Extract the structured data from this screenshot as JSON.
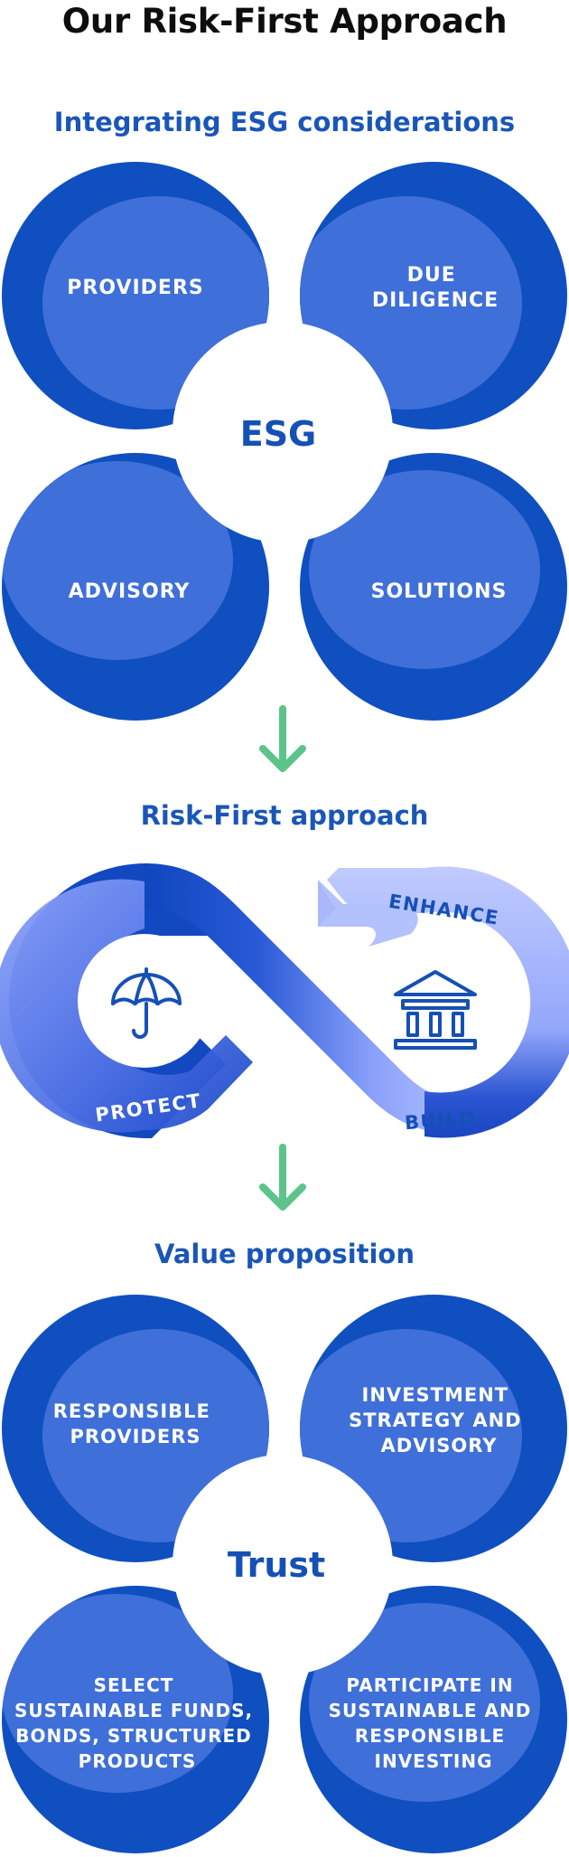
{
  "page": {
    "title": "Our Risk-First Approach"
  },
  "section1": {
    "heading": "Integrating ESG considerations",
    "center": "ESG",
    "quadrants": {
      "top_left": [
        "PROVIDERS"
      ],
      "top_right": [
        "DUE",
        "DILIGENCE"
      ],
      "bottom_left": [
        "ADVISORY"
      ],
      "bottom_right": [
        "SOLUTIONS"
      ]
    }
  },
  "section2": {
    "heading": "Risk-First approach",
    "labels": {
      "protect": "PROTECT",
      "enhance": "ENHANCE",
      "build": "BUILD"
    },
    "icons": [
      "umbrella-icon",
      "bank-building-icon",
      "down-arrow-icon"
    ]
  },
  "section3": {
    "heading": "Value proposition",
    "center": "Trust",
    "quadrants": {
      "top_left": [
        "RESPONSIBLE",
        "PROVIDERS"
      ],
      "top_right": [
        "INVESTMENT",
        "STRATEGY AND",
        "ADVISORY"
      ],
      "bottom_left": [
        "SELECT",
        "SUSTAINABLE FUNDS,",
        "BONDS, STRUCTURED",
        "PRODUCTS"
      ],
      "bottom_right": [
        "PARTICIPATE IN",
        "SUSTAINABLE AND",
        "RESPONSIBLE",
        "INVESTING"
      ]
    }
  },
  "colors": {
    "circle_dark": "#0f4fc0",
    "circle_light": "#3f6fd8",
    "heading_blue": "#1a56b8",
    "arrow_green": "#5cc48a",
    "loop_light": "#a9b8fb",
    "loop_dark": "#1248c0"
  }
}
